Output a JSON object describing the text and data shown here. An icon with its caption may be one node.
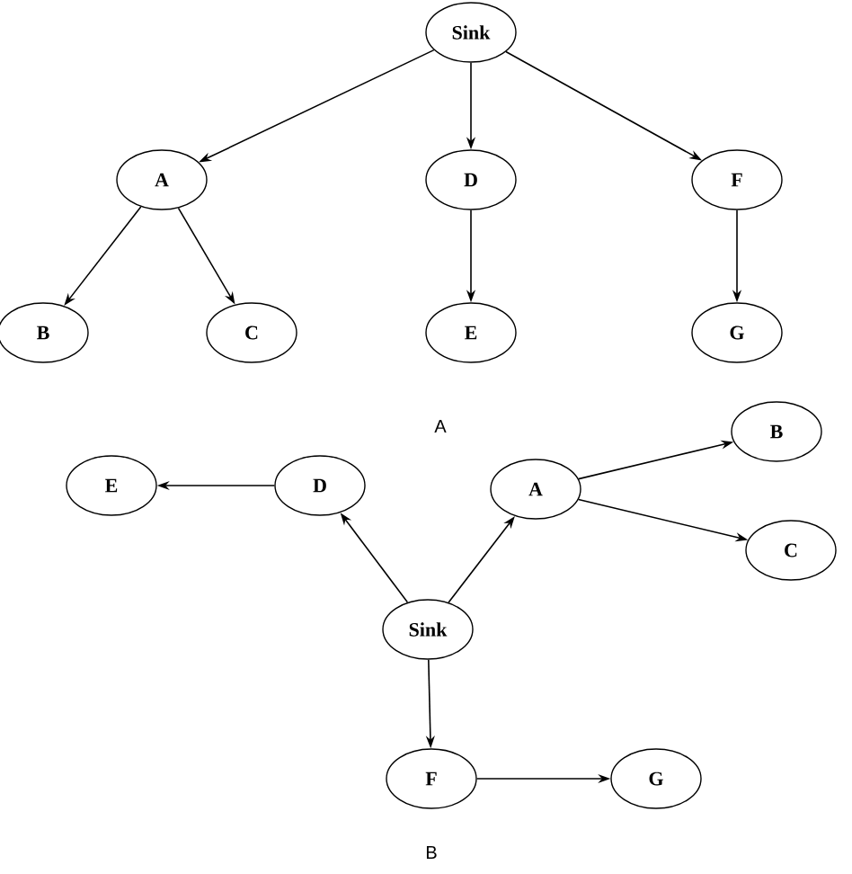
{
  "diagram": {
    "nodes": [
      {
        "text": [
          "Sink"
        ]
      },
      {
        "text": [
          "A"
        ]
      },
      {
        "text": [
          "D"
        ]
      },
      {
        "text": [
          "F"
        ]
      },
      {
        "text": [
          "B"
        ]
      },
      {
        "text": [
          "C"
        ]
      },
      {
        "text": [
          "E"
        ]
      },
      {
        "text": [
          "G"
        ]
      },
      {
        "text": [
          "E"
        ]
      },
      {
        "text": [
          "D"
        ]
      },
      {
        "text": [
          "A"
        ]
      },
      {
        "text": [
          "B"
        ]
      },
      {
        "text": [
          "C"
        ]
      },
      {
        "text": [
          "Sink"
        ]
      },
      {
        "text": [
          "F"
        ]
      },
      {
        "text": [
          "G"
        ]
      }
    ],
    "edges": [
      {
        "from": 0,
        "to": 1,
        "arrow": "to"
      },
      {
        "from": 0,
        "to": 2,
        "arrow": "to"
      },
      {
        "from": 0,
        "to": 3,
        "arrow": "to"
      },
      {
        "from": 1,
        "to": 4,
        "arrow": "to"
      },
      {
        "from": 1,
        "to": 5,
        "arrow": "to"
      },
      {
        "from": 2,
        "to": 6,
        "arrow": "to"
      },
      {
        "from": 3,
        "to": 7,
        "arrow": "to"
      },
      {
        "from": 9,
        "to": 8,
        "arrow": "to"
      },
      {
        "from": 13,
        "to": 9,
        "arrow": "to"
      },
      {
        "from": 13,
        "to": 10,
        "arrow": "to"
      },
      {
        "from": 10,
        "to": 11,
        "arrow": "to"
      },
      {
        "from": 10,
        "to": 12,
        "arrow": "to"
      },
      {
        "from": 13,
        "to": 14,
        "arrow": "to"
      },
      {
        "from": 14,
        "to": 15,
        "arrow": "to"
      }
    ],
    "labels": [
      "A",
      "B"
    ]
  }
}
